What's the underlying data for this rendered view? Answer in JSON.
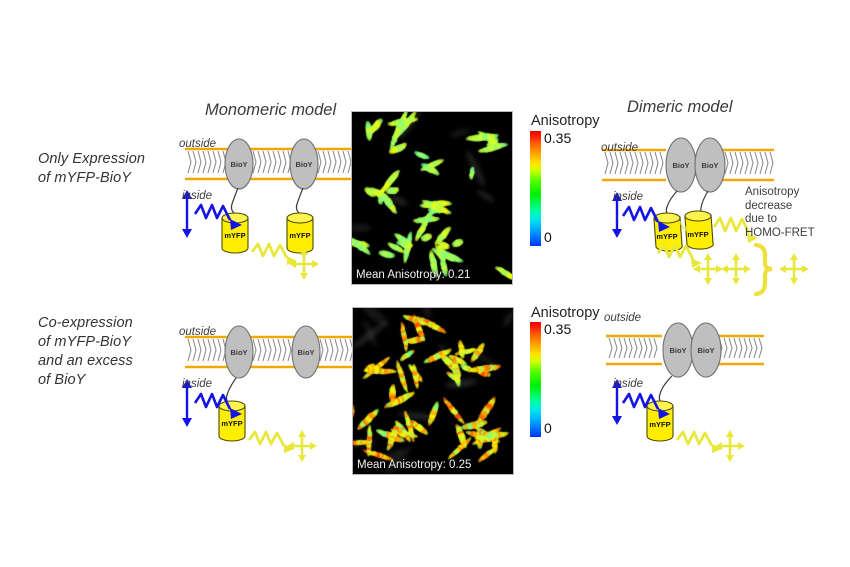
{
  "figure": {
    "title_monomeric": "Monomeric model",
    "title_dimeric": "Dimeric model"
  },
  "rows": [
    {
      "id": "only-expression",
      "label": "Only Expression\nof mYFP-BioY",
      "micrograph": {
        "mean_anisotropy_label": "Mean Anisotropy: 0.21",
        "mean_anisotropy_value": 0.21,
        "appearance": "green rod-shaped cells on black background"
      },
      "colorbar": {
        "title": "Anisotropy",
        "max_label": "0.35",
        "min_label": "0"
      },
      "note": "Anisotropy\ndecrease\ndue to\nHOMO-FRET"
    },
    {
      "id": "co-expression",
      "label": "Co-expression\nof mYFP-BioY\nand an excess\nof BioY",
      "micrograph": {
        "mean_anisotropy_label": "Mean Anisotropy: 0.25",
        "mean_anisotropy_value": 0.25,
        "appearance": "green to orange rod-shaped cells on black background"
      },
      "colorbar": {
        "title": "Anisotropy",
        "max_label": "0.35",
        "min_label": "0"
      }
    }
  ],
  "membrane": {
    "outside_label": "outside",
    "inside_label": "inside",
    "protein_label": "BioY",
    "fluorophore_label": "mYFP"
  },
  "colors": {
    "membrane_leaflet": "#f0a800",
    "lipid_tails": "#8a8a8a",
    "protein_fill": "#bfbfbf",
    "fluorophore_fill": "#ffee00",
    "excitation": "#1414e6",
    "emission": "#e8e83c",
    "colorbar_min": "#0033ff",
    "colorbar_max": "#ee0000",
    "background": "#ffffff"
  },
  "chart_data": {
    "type": "heatmap",
    "title": "Fluorescence anisotropy micrographs of E. coli cells",
    "colorbar_label": "Anisotropy",
    "colorbar_range": [
      0,
      0.35
    ],
    "colormap": "jet (blue-cyan-green-yellow-red)",
    "panels": [
      {
        "condition": "Only Expression of mYFP-BioY",
        "mean_anisotropy": 0.21,
        "annotation": "Mean Anisotropy: 0.21"
      },
      {
        "condition": "Co-expression of mYFP-BioY and an excess of BioY",
        "mean_anisotropy": 0.25,
        "annotation": "Mean Anisotropy: 0.25"
      }
    ]
  }
}
